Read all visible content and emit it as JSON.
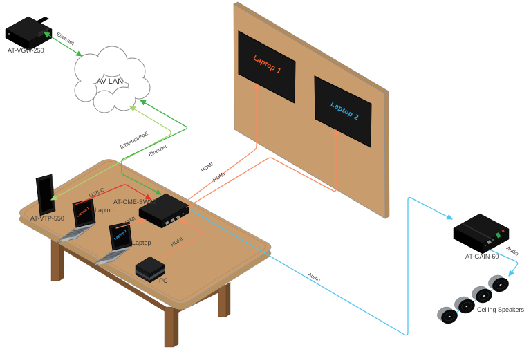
{
  "diagram": {
    "labels": {
      "vgw": "AT-VGW-250",
      "cloud": "AV LAN",
      "vtp": "AT-VTP-550",
      "laptop1": "Laptop",
      "laptop2": "Laptop",
      "switcher": "AT-OME-SW32",
      "pc": "PC",
      "gain": "AT-GAIN-60",
      "speakers": "Ceiling Speakers",
      "display1_screen": "Laptop 1",
      "display2_screen": "Laptop 2",
      "laptop1_screen": "Laptop 1",
      "laptop2_screen": "Laptop 2"
    },
    "connections": {
      "ethernet_vgw": "Ethernet",
      "ethernet_poe": "Ethernet/PoE",
      "ethernet_switcher": "Ethernet",
      "usbc": "USB-C",
      "hdmi_laptop2": "HDMI",
      "hdmi_pc": "HDMI",
      "hdmi_display1": "HDMI",
      "hdmi_display2": "HDMI",
      "audio_gain": "Audio",
      "audio_speakers": "Audio"
    },
    "colors": {
      "ethernet": "#3DB54A",
      "ethernet_poe": "#A9D46F",
      "usbc": "#E53328",
      "hdmi": "#F98B60",
      "audio": "#4EC4F2",
      "wood_tan": "#C89C6C",
      "wood_dark": "#B7915F",
      "leg_brown": "#8A5D36",
      "screen_text_orange": "#F15B2A",
      "screen_text_blue": "#2BA9E0"
    }
  }
}
